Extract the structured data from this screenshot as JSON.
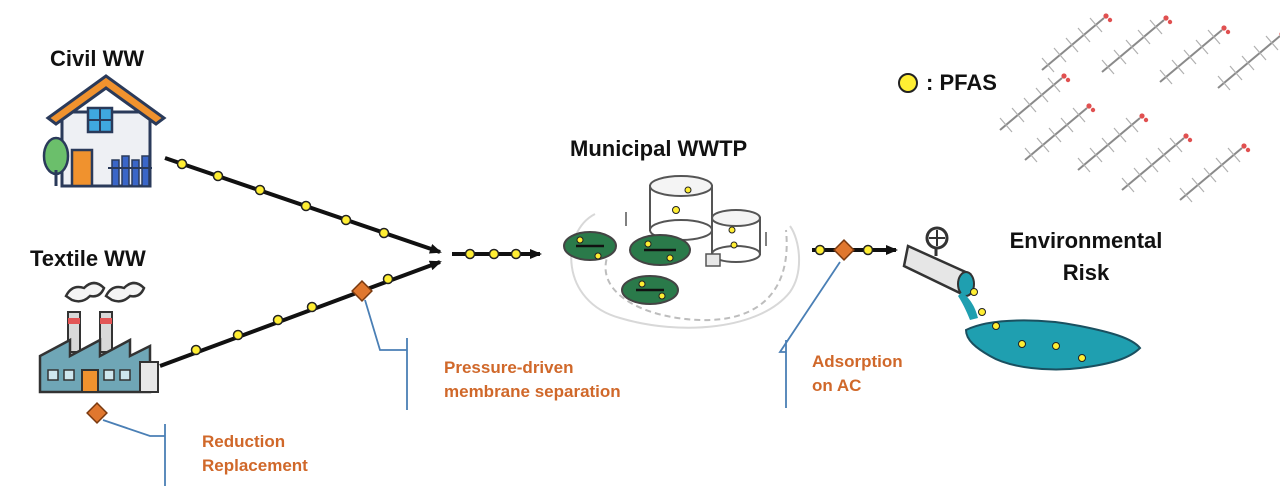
{
  "labels": {
    "civil": "Civil WW",
    "textile": "Textile WW",
    "municipal": "Municipal WWTP",
    "env_line1": "Environmental",
    "env_line2": "Risk",
    "legend": ": PFAS"
  },
  "interventions": {
    "source": {
      "line1": "Reduction",
      "line2": "Replacement"
    },
    "membrane": {
      "line1": "Pressure-driven",
      "line2": "membrane separation"
    },
    "adsorption": {
      "line1": "Adsorption",
      "line2": "on AC"
    }
  },
  "colors": {
    "arrow": "#111111",
    "pfas_dot": "#ffee33",
    "intervention_marker": "#e0772e",
    "callout_line": "#4a7fb5",
    "water": "#1f9fb0",
    "label_orange": "#d0682a"
  },
  "icons": {
    "house": "house-icon",
    "factory": "factory-icon",
    "wwtp": "wastewater-treatment-plant-icon",
    "pipe": "outflow-pipe-icon",
    "molecules": "pfas-molecule-icon"
  }
}
